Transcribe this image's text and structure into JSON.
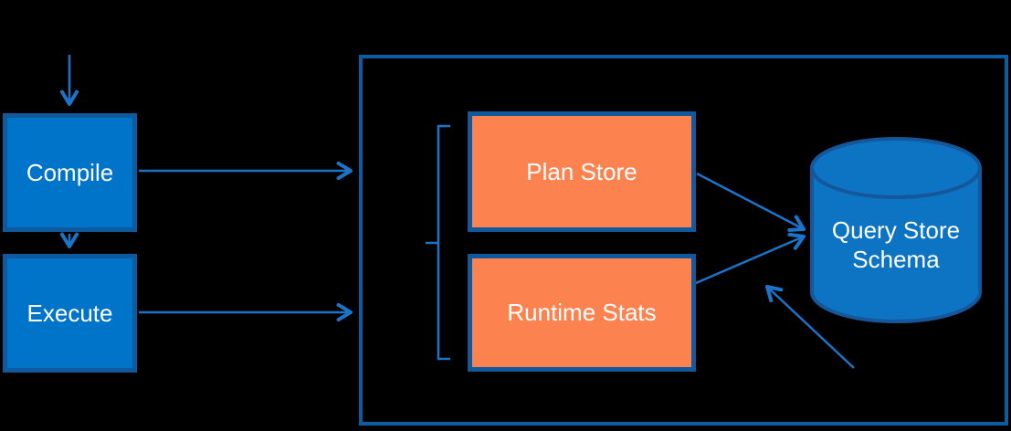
{
  "colors": {
    "background": "#000000",
    "box_fill": "#0074C8",
    "box_border": "#0E5A9C",
    "orange_fill": "#FC8350",
    "outer_border": "#0C5CA3",
    "arrow": "#1B74C8",
    "cylinder_fill": "#0D74C4",
    "cylinder_border": "#14579A",
    "text": "#FFFFFF"
  },
  "nodes": {
    "compile": {
      "label": "Compile"
    },
    "execute": {
      "label": "Execute"
    },
    "plan_store": {
      "label": "Plan Store"
    },
    "runtime_stats": {
      "label": "Runtime Stats"
    },
    "query_store_schema": {
      "label_line1": "Query Store",
      "label_line2": "Schema"
    }
  },
  "edges": [
    {
      "from": "external-top",
      "to": "compile"
    },
    {
      "from": "compile",
      "to": "execute"
    },
    {
      "from": "compile",
      "to": "query-store-container"
    },
    {
      "from": "execute",
      "to": "query-store-container"
    },
    {
      "from": "plan_store",
      "to": "query_store_schema"
    },
    {
      "from": "runtime_stats",
      "to": "query_store_schema"
    },
    {
      "from": "external-bottom",
      "to": "query_store_schema"
    }
  ]
}
